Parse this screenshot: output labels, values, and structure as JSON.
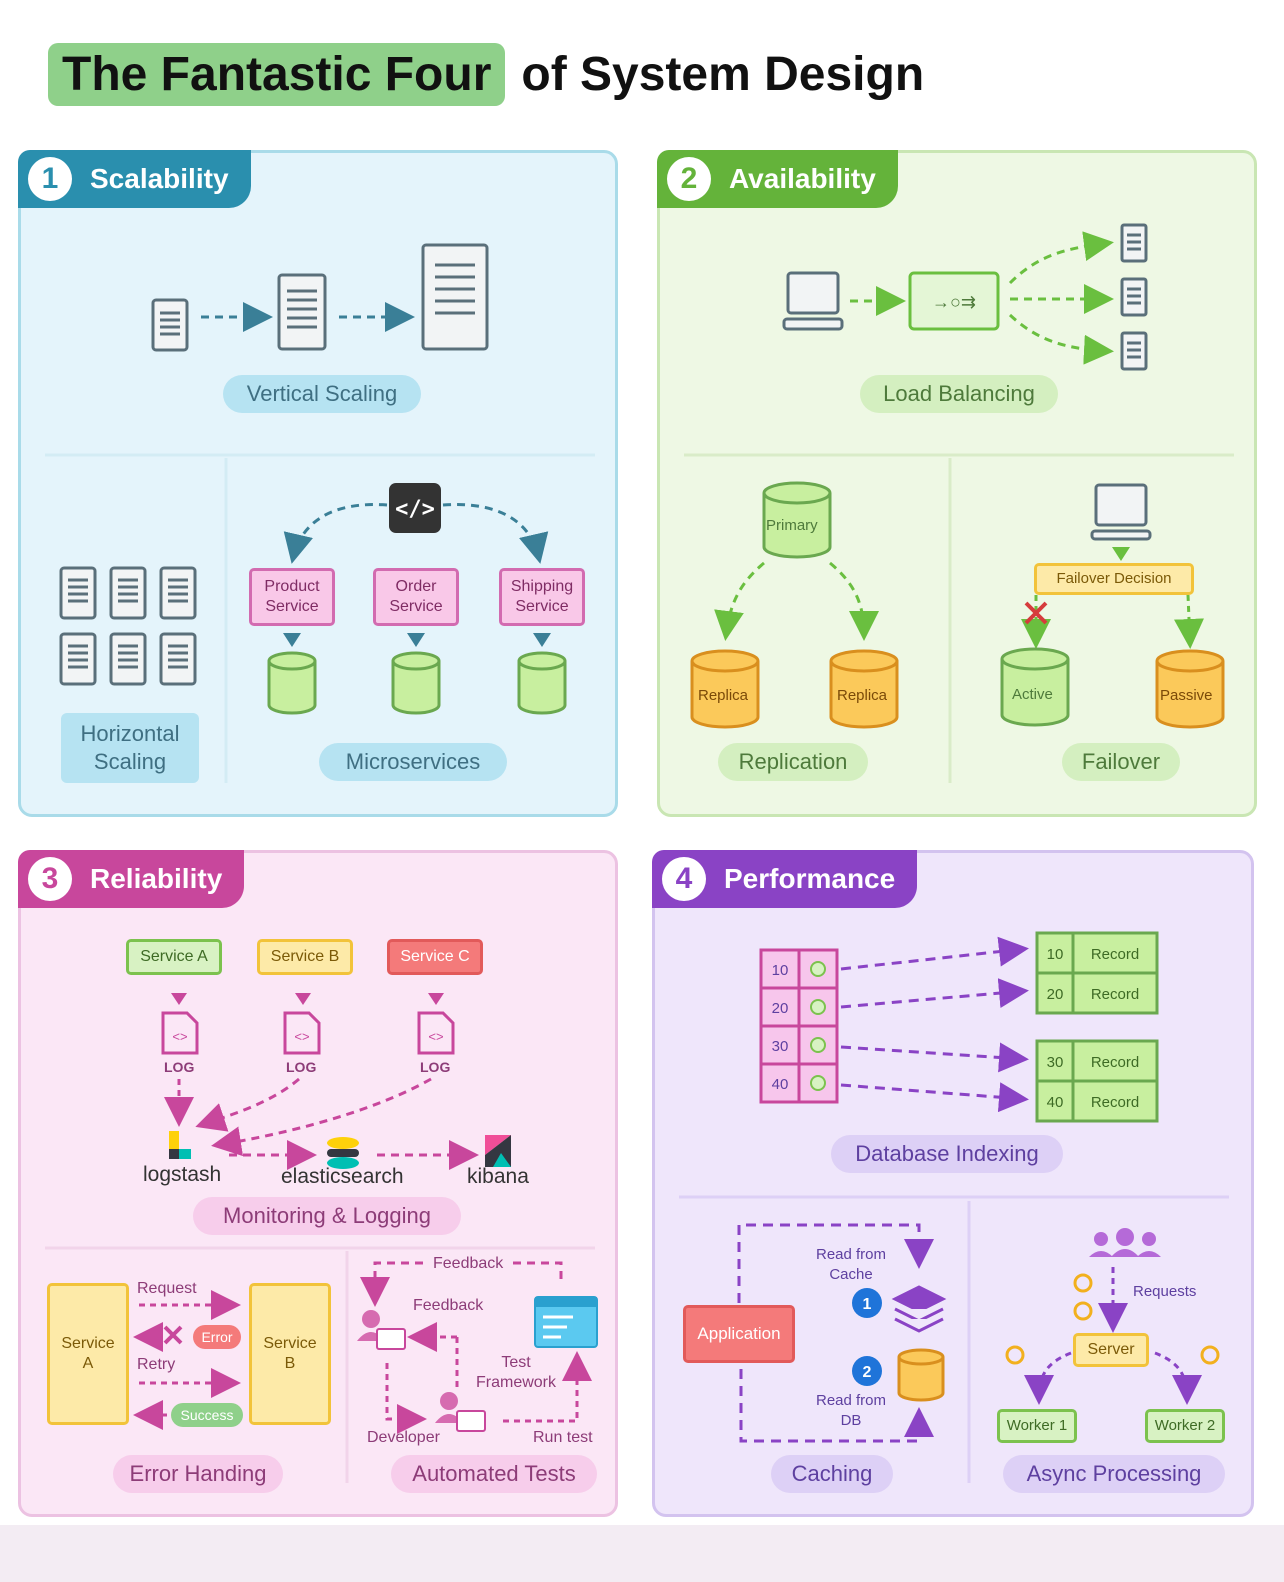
{
  "title": {
    "highlight": "The Fantastic Four",
    "rest": "of System Design"
  },
  "colors": {
    "scalability": "#2a8fae",
    "availability": "#64b33a",
    "reliability": "#c8479c",
    "performance": "#8a43c5"
  },
  "scalability": {
    "num": "1",
    "title": "Scalability",
    "vertical": "Vertical Scaling",
    "horizontal": "Horizontal Scaling",
    "microservices": "Microservices",
    "services": [
      "Product Service",
      "Order Service",
      "Shipping Service"
    ],
    "code_icon": "</>"
  },
  "availability": {
    "num": "2",
    "title": "Availability",
    "load_balancing": "Load Balancing",
    "replication": "Replication",
    "failover": "Failover",
    "primary": "Primary",
    "replica": "Replica",
    "failover_decision": "Failover Decision",
    "active": "Active",
    "passive": "Passive"
  },
  "reliability": {
    "num": "3",
    "title": "Reliability",
    "services": [
      "Service A",
      "Service B",
      "Service C"
    ],
    "log": "LOG",
    "logstash": "logstash",
    "elasticsearch": "elasticsearch",
    "kibana": "kibana",
    "monitoring": "Monitoring & Logging",
    "error_handling": "Error Handing",
    "automated_tests": "Automated Tests",
    "service_a": "Service A",
    "service_b": "Service B",
    "request": "Request",
    "error": "Error",
    "retry": "Retry",
    "success": "Success",
    "feedback": "Feedback",
    "test_framework": "Test Framework",
    "developer": "Developer",
    "run_test": "Run test"
  },
  "performance": {
    "num": "4",
    "title": "Performance",
    "index_keys": [
      "10",
      "20",
      "30",
      "40"
    ],
    "record": "Record",
    "database_indexing": "Database Indexing",
    "caching": "Caching",
    "async": "Async Processing",
    "application": "Application",
    "read_cache": "Read from Cache",
    "read_db": "Read from DB",
    "step1": "1",
    "step2": "2",
    "requests": "Requests",
    "server": "Server",
    "workers": [
      "Worker 1",
      "Worker 2"
    ]
  }
}
